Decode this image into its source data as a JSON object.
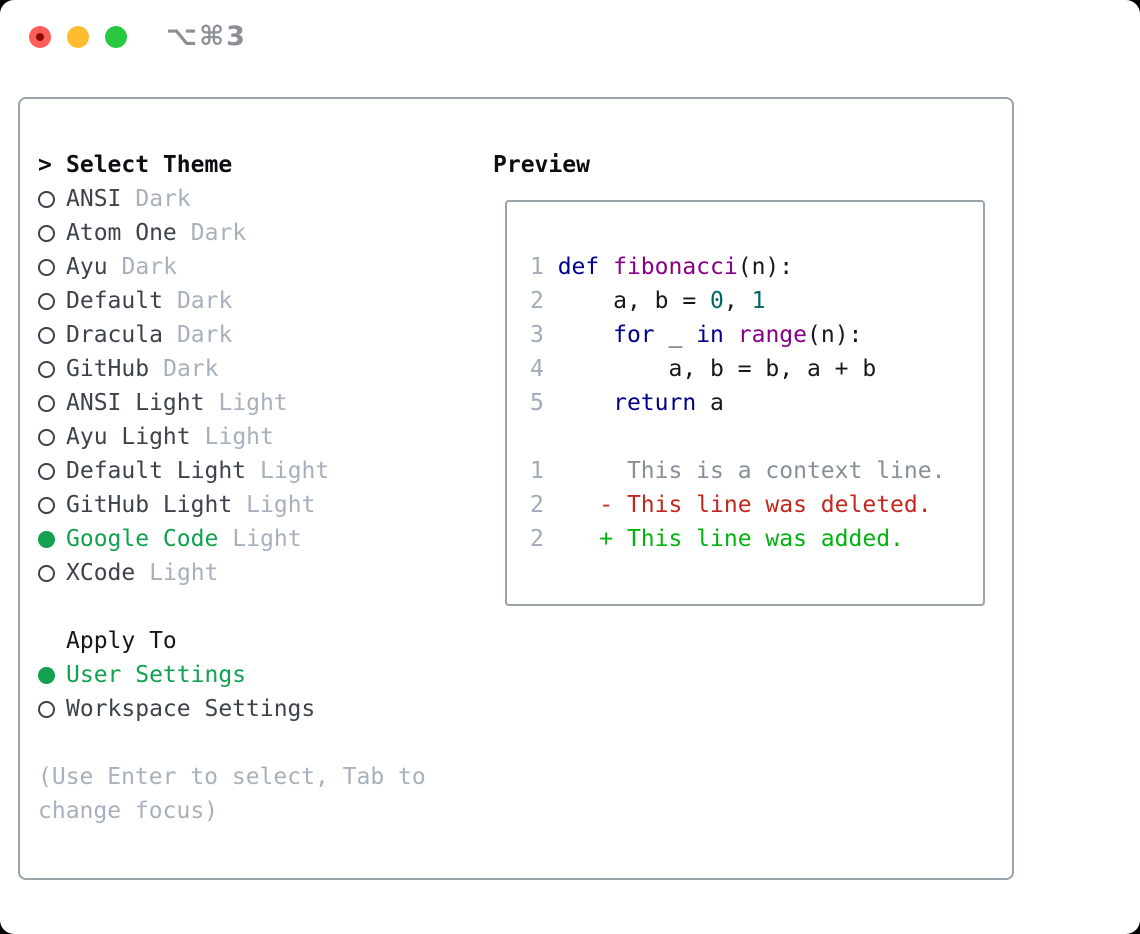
{
  "palette": {
    "accent": "#12a150",
    "keyword": "#00008c",
    "func": "#880088",
    "literal": "#006666",
    "plain": "#16181d",
    "ln": "#a0aab8",
    "ctx": "#878f99",
    "del": "#c3271d",
    "add": "#00b30f",
    "muted": "#a7b0bc",
    "name": "#3d434d",
    "border": "#9aa3ad",
    "title": "#8c9096",
    "tl-red": "#ff5f57",
    "tl-yellow": "#febc2e",
    "tl-green": "#28c840"
  },
  "titlebar": {
    "title": "⌥⌘3"
  },
  "panel": {
    "select_theme": {
      "cursor": ">",
      "header": "Select Theme"
    },
    "themes": [
      {
        "name": "ANSI",
        "tag": "Dark",
        "selected": false
      },
      {
        "name": "Atom One",
        "tag": "Dark",
        "selected": false
      },
      {
        "name": "Ayu",
        "tag": "Dark",
        "selected": false
      },
      {
        "name": "Default",
        "tag": "Dark",
        "selected": false
      },
      {
        "name": "Dracula",
        "tag": "Dark",
        "selected": false
      },
      {
        "name": "GitHub",
        "tag": "Dark",
        "selected": false
      },
      {
        "name": "ANSI Light",
        "tag": "Light",
        "selected": false
      },
      {
        "name": "Ayu Light",
        "tag": "Light",
        "selected": false
      },
      {
        "name": "Default Light",
        "tag": "Light",
        "selected": false
      },
      {
        "name": "GitHub Light",
        "tag": "Light",
        "selected": false
      },
      {
        "name": "Google Code",
        "tag": "Light",
        "selected": true
      },
      {
        "name": "XCode",
        "tag": "Light",
        "selected": false
      }
    ],
    "apply_to": {
      "header": "Apply To",
      "options": [
        {
          "label": "User Settings",
          "selected": true
        },
        {
          "label": "Workspace Settings",
          "selected": false
        }
      ]
    },
    "hint": "(Use Enter to select, Tab to change focus)",
    "preview": {
      "header": "Preview",
      "lines": [
        {
          "segments": [
            {
              "t": "1 ",
              "c": "ln"
            },
            {
              "t": "def ",
              "c": "kw"
            },
            {
              "t": "fibonacci",
              "c": "fn"
            },
            {
              "t": "(n):",
              "c": "pl"
            }
          ]
        },
        {
          "segments": [
            {
              "t": "2 ",
              "c": "ln"
            },
            {
              "t": "    a, b = ",
              "c": "pl"
            },
            {
              "t": "0",
              "c": "lit"
            },
            {
              "t": ", ",
              "c": "pl"
            },
            {
              "t": "1",
              "c": "lit"
            }
          ]
        },
        {
          "segments": [
            {
              "t": "3 ",
              "c": "ln"
            },
            {
              "t": "    ",
              "c": "pl"
            },
            {
              "t": "for",
              "c": "kw"
            },
            {
              "t": " _ ",
              "c": "pl"
            },
            {
              "t": "in",
              "c": "kw"
            },
            {
              "t": " ",
              "c": "pl"
            },
            {
              "t": "range",
              "c": "fn"
            },
            {
              "t": "(n):",
              "c": "pl"
            }
          ]
        },
        {
          "segments": [
            {
              "t": "4 ",
              "c": "ln"
            },
            {
              "t": "        a, b = b, a + b",
              "c": "pl"
            }
          ]
        },
        {
          "segments": [
            {
              "t": "5 ",
              "c": "ln"
            },
            {
              "t": "    ",
              "c": "pl"
            },
            {
              "t": "return",
              "c": "kw"
            },
            {
              "t": " a",
              "c": "pl"
            }
          ]
        },
        {
          "segments": []
        },
        {
          "segments": [
            {
              "t": "1",
              "c": "ln"
            },
            {
              "t": "      This is a context line.",
              "c": "ctx"
            }
          ]
        },
        {
          "segments": [
            {
              "t": "2",
              "c": "ln"
            },
            {
              "t": "    - This line was deleted.",
              "c": "del"
            }
          ]
        },
        {
          "segments": [
            {
              "t": "2",
              "c": "ln"
            },
            {
              "t": "    + This line was added.",
              "c": "add"
            }
          ]
        }
      ]
    }
  }
}
